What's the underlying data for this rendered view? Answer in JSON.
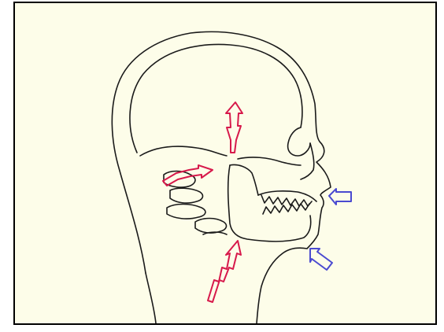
{
  "diagram": {
    "background_color": "#fdfde9",
    "border_color": "#000000",
    "line_color": "#1a1a1a",
    "subject": "head-and-skull-profile-icon",
    "force_arrows": [
      {
        "name": "skull-vertical-force-arrow",
        "color": "#d7194b",
        "direction": "up"
      },
      {
        "name": "neck-posterior-force-arrow",
        "color": "#d7194b",
        "direction": "up-right"
      },
      {
        "name": "jaw-upward-force-arrow",
        "color": "#d7194b",
        "direction": "up-right"
      },
      {
        "name": "upper-lip-push-arrow",
        "color": "#4a4ad0",
        "direction": "left"
      },
      {
        "name": "chin-push-arrow",
        "color": "#4a4ad0",
        "direction": "up-left"
      }
    ]
  }
}
